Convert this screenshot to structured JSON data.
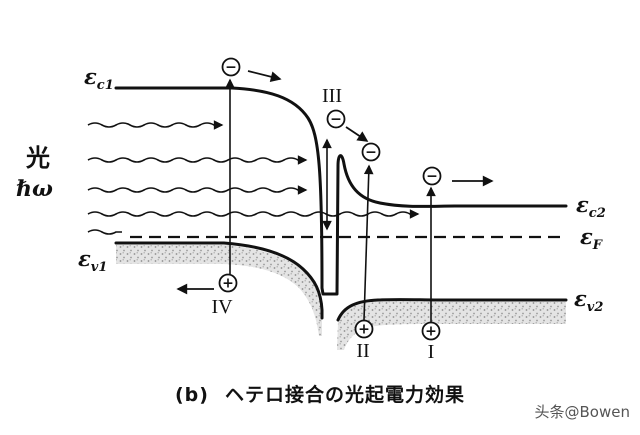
{
  "colors": {
    "ink": "#111111",
    "background": "#ffffff",
    "shade_fill": "#e4e4e4",
    "shade_dot": "#8f8f8f"
  },
  "labels": {
    "light": "光",
    "photon_energy": "ℏω",
    "ec1": {
      "base": "ε",
      "sub": "c1"
    },
    "ec2": {
      "base": "ε",
      "sub": "c2"
    },
    "ef": {
      "base": "ε",
      "sub": "F"
    },
    "ev1": {
      "base": "ε",
      "sub": "v1"
    },
    "ev2": {
      "base": "ε",
      "sub": "v2"
    }
  },
  "processes": {
    "one": "I",
    "two": "II",
    "three": "III",
    "four": "IV"
  },
  "carriers": {
    "electron_sign": "−",
    "hole_sign": "+"
  },
  "caption": {
    "prefix": "(b)",
    "text": "ヘテロ接合の光起電力効果"
  },
  "watermark": "头条@Bowen"
}
